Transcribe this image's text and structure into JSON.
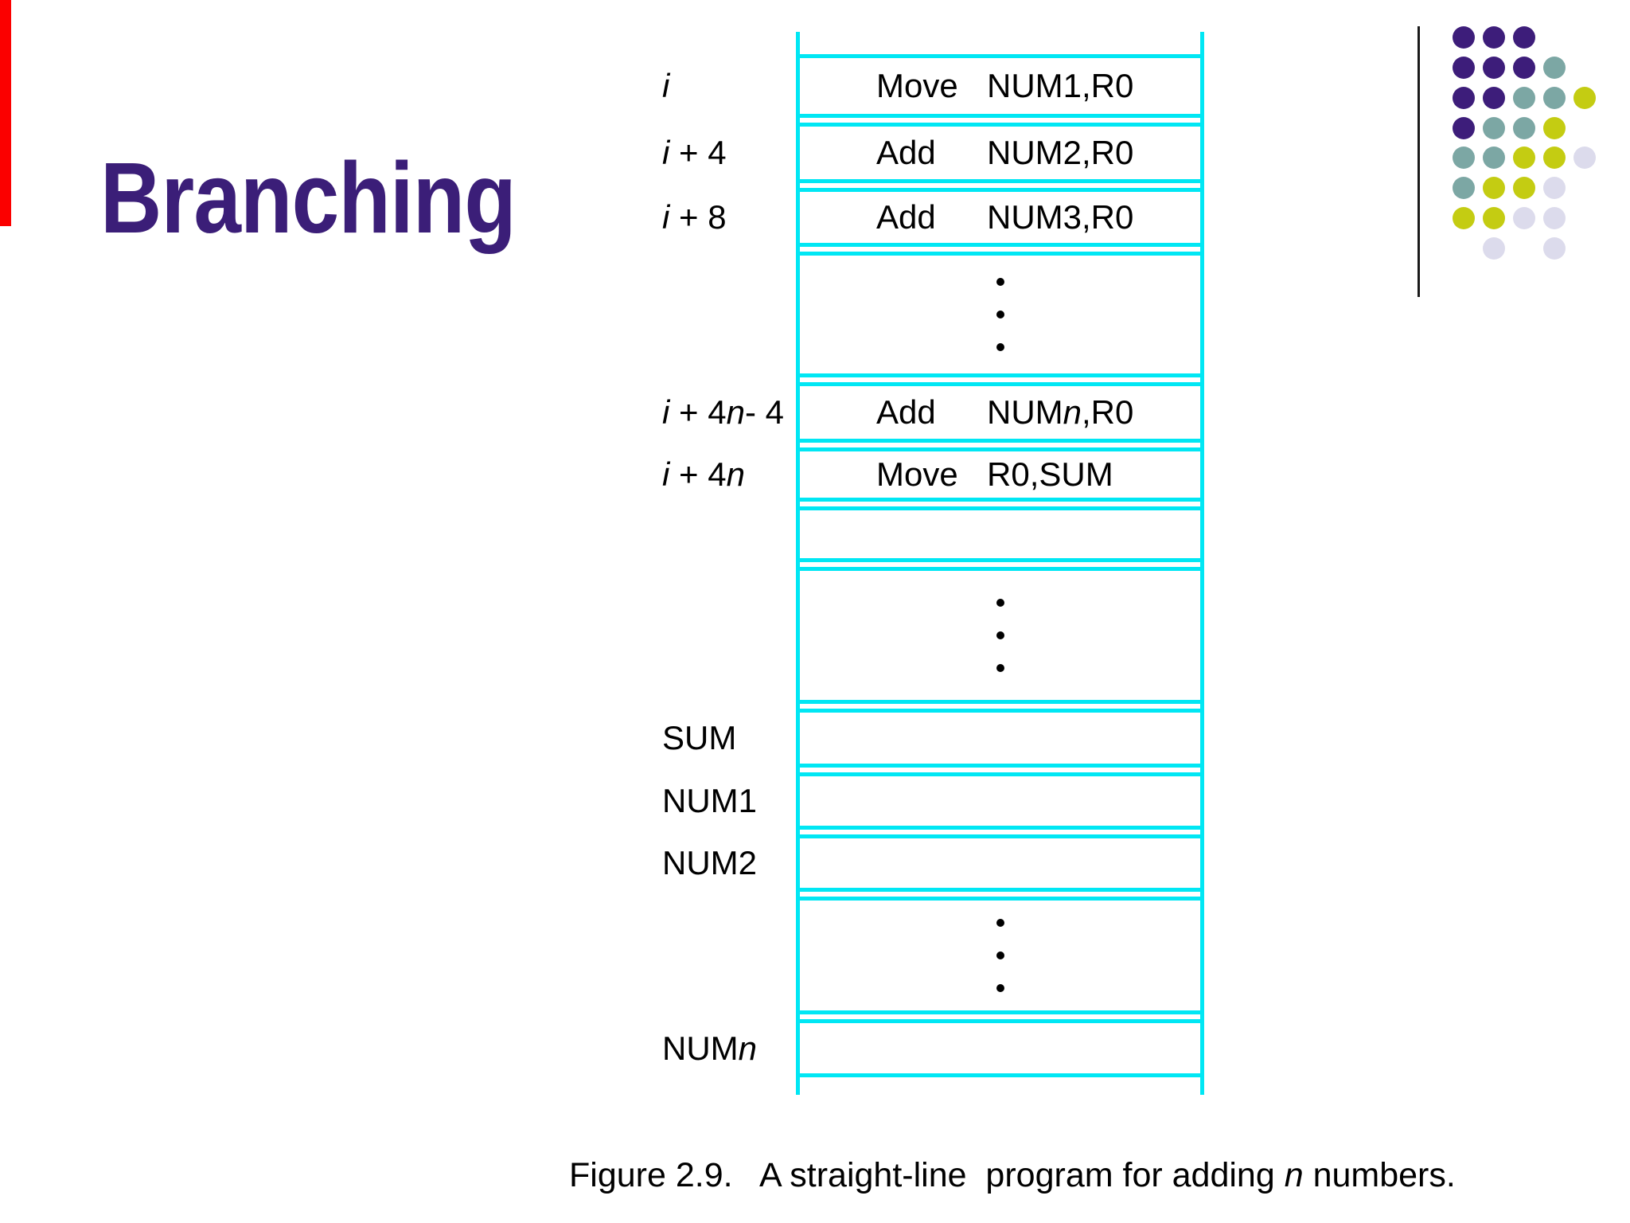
{
  "slide": {
    "title": "Branching",
    "caption": "Figure 2.9.   A straight-line  program for adding *n* numbers."
  },
  "colors": {
    "accent_cyan": "#00E7F4",
    "title_purple": "#3B1E78",
    "red_bar": "#FB0000",
    "text_black": "#000000"
  },
  "figure": {
    "rows": [
      {
        "type": "stub",
        "height": 28
      },
      {
        "type": "cell",
        "height": 80,
        "label": "*i*",
        "mnemonic": "Move",
        "operand": "NUM1,R0"
      },
      {
        "type": "gap",
        "height": 6
      },
      {
        "type": "cell",
        "height": 76,
        "label": "*i* + 4",
        "mnemonic": "Add",
        "operand": "NUM2,R0"
      },
      {
        "type": "gap",
        "height": 6
      },
      {
        "type": "cell",
        "height": 74,
        "label": "*i* + 8",
        "mnemonic": "Add",
        "operand": "NUM3,R0"
      },
      {
        "type": "gap",
        "height": 6
      },
      {
        "type": "dots",
        "height": 158
      },
      {
        "type": "gap",
        "height": 6
      },
      {
        "type": "cell",
        "height": 76,
        "label": "*i* + 4*n*- 4",
        "mnemonic": "Add",
        "operand": "NUM*n*,R0"
      },
      {
        "type": "gap",
        "height": 6
      },
      {
        "type": "cell",
        "height": 68,
        "label": "*i* + 4*n*",
        "mnemonic": "Move",
        "operand": "R0,SUM"
      },
      {
        "type": "gap",
        "height": 6
      },
      {
        "type": "cell",
        "height": 70,
        "label": "",
        "mnemonic": "",
        "operand": ""
      },
      {
        "type": "gap",
        "height": 6
      },
      {
        "type": "dots",
        "height": 172
      },
      {
        "type": "gap",
        "height": 6
      },
      {
        "type": "cell",
        "height": 74,
        "label": "SUM",
        "mnemonic": "",
        "operand": ""
      },
      {
        "type": "gap",
        "height": 6
      },
      {
        "type": "cell",
        "height": 72,
        "label": "NUM1",
        "mnemonic": "",
        "operand": ""
      },
      {
        "type": "gap",
        "height": 6
      },
      {
        "type": "cell",
        "height": 72,
        "label": "NUM2",
        "mnemonic": "",
        "operand": ""
      },
      {
        "type": "gap",
        "height": 6
      },
      {
        "type": "dots",
        "height": 148
      },
      {
        "type": "gap",
        "height": 6
      },
      {
        "type": "cell",
        "height": 73,
        "label": "NUM*n*",
        "mnemonic": "",
        "operand": ""
      },
      {
        "type": "stub",
        "height": 22
      }
    ]
  },
  "decoration": {
    "palette": {
      "P": "#3D1D7A",
      "T": "#7CA7A4",
      "Y": "#C4CC12",
      "L": "#DCDBEC"
    },
    "grid": [
      [
        "P",
        "P",
        "P",
        null,
        null
      ],
      [
        "P",
        "P",
        "P",
        "T",
        null
      ],
      [
        "P",
        "P",
        "T",
        "T",
        "Y"
      ],
      [
        "P",
        "T",
        "T",
        "Y",
        null
      ],
      [
        "T",
        "T",
        "Y",
        "Y",
        "L"
      ],
      [
        "T",
        "Y",
        "Y",
        "L",
        null
      ],
      [
        "Y",
        "Y",
        "L",
        "L",
        null
      ],
      [
        null,
        "L",
        null,
        "L",
        null
      ]
    ],
    "col_centers": [
      1839,
      1877,
      1915,
      1953,
      1991
    ],
    "row_centers": [
      47,
      85,
      123,
      161,
      198,
      236,
      274,
      312
    ],
    "dot_diameter": 28
  }
}
